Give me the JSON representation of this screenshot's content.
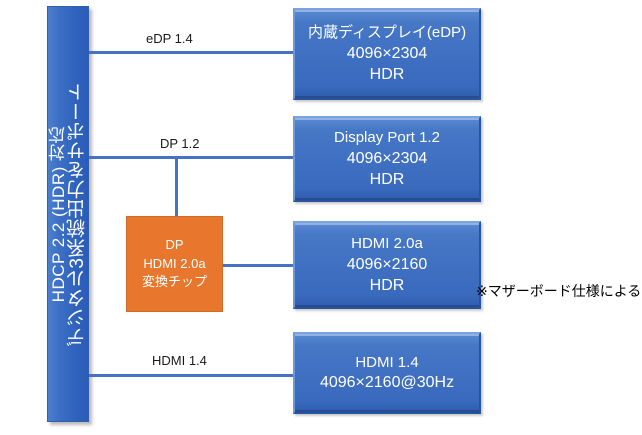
{
  "left_bar": {
    "line_main": "デジタル3系統出力をサポート",
    "line_sub": "HDCP 2.2 (HDR) 対応",
    "color": "#3c6fc4"
  },
  "connections": [
    {
      "id": "edp",
      "label": "eDP 1.4"
    },
    {
      "id": "dp",
      "label": "DP 1.2"
    },
    {
      "id": "hdmi1",
      "label": "HDMI 1.4"
    }
  ],
  "converter": {
    "line1": "DP",
    "line2": "HDMI 2.0a",
    "line3": "変換チップ",
    "color": "#e8762c"
  },
  "outputs": [
    {
      "id": "edp",
      "line1": "内蔵ディスプレイ(eDP)",
      "line2": "4096×2304",
      "line3": "HDR"
    },
    {
      "id": "dp",
      "line1": "Display Port 1.2",
      "line2": "4096×2304",
      "line3": "HDR"
    },
    {
      "id": "hdmi2",
      "line1": "HDMI 2.0a",
      "line2": "4096×2160",
      "line3": "HDR"
    },
    {
      "id": "hdmi1",
      "line1": "HDMI 1.4",
      "line2": "4096×2160@30Hz",
      "line3": ""
    }
  ],
  "footnote": {
    "text": "※マザーボード仕様による"
  },
  "colors": {
    "box_fill": "#4472c4",
    "box_border": "#28539f",
    "line": "#4472c4",
    "chip_fill": "#e8762c",
    "background": "#ffffff"
  }
}
